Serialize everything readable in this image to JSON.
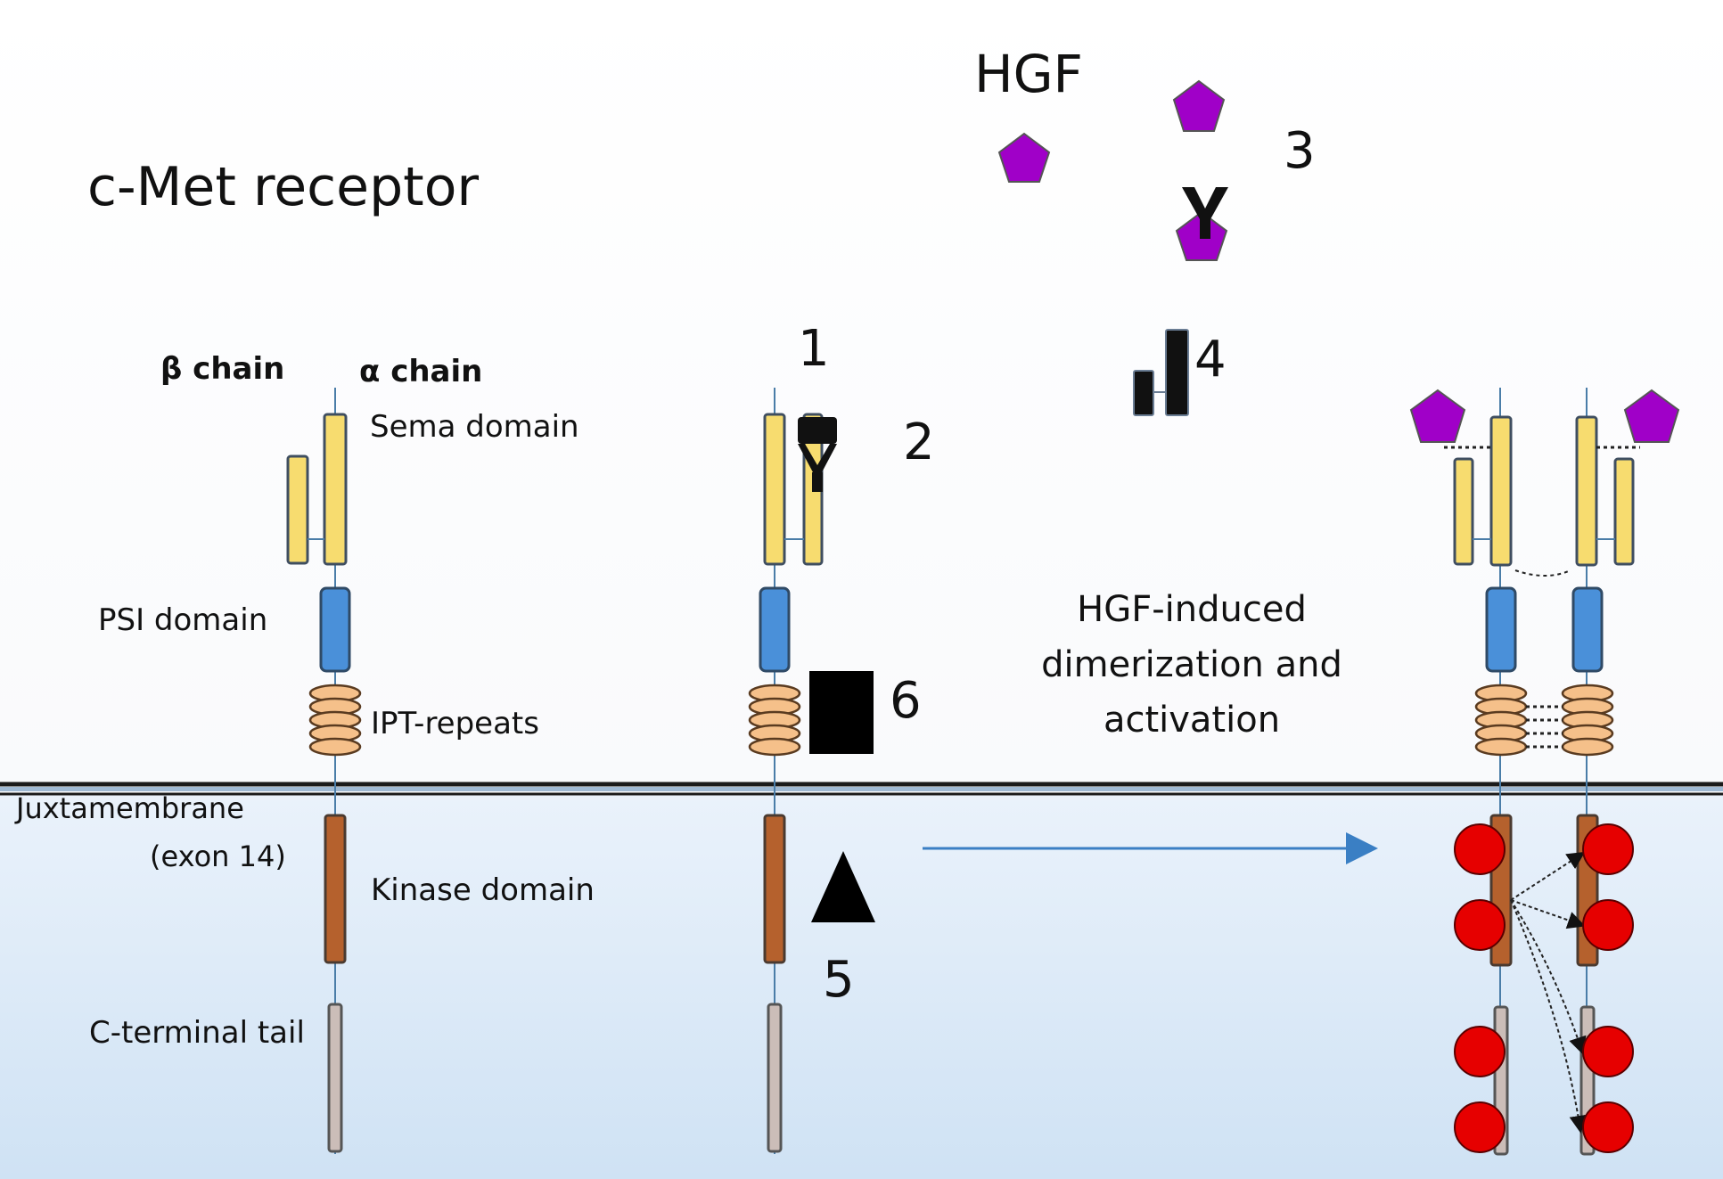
{
  "title": "c-Met receptor",
  "hgf_label": "HGF",
  "chain_labels": {
    "beta": "β chain",
    "alpha": "α chain"
  },
  "domains": {
    "sema": "Sema domain",
    "psi": "PSI domain",
    "ipt": "IPT-repeats",
    "juxtamembrane": "Juxtamembrane",
    "exon14": "(exon 14)",
    "kinase": "Kinase domain",
    "cterm": "C-terminal tail"
  },
  "numbers": {
    "n1": "1",
    "n2": "2",
    "n3": "3",
    "n4": "4",
    "n5": "5",
    "n6": "6"
  },
  "activation_text": {
    "line1": "HGF-induced",
    "line2": "dimerization and",
    "line3": "activation"
  },
  "colors": {
    "sema": "#f7dc6f",
    "psi": "#4a90d9",
    "ipt": "#f5c08a",
    "kinase": "#b5612d",
    "cterm": "#cbbdb8",
    "hgf": "#a000c8",
    "phospho": "#e60000",
    "arrow": "#3a7fc4",
    "membrane": "#1a1a1a"
  }
}
